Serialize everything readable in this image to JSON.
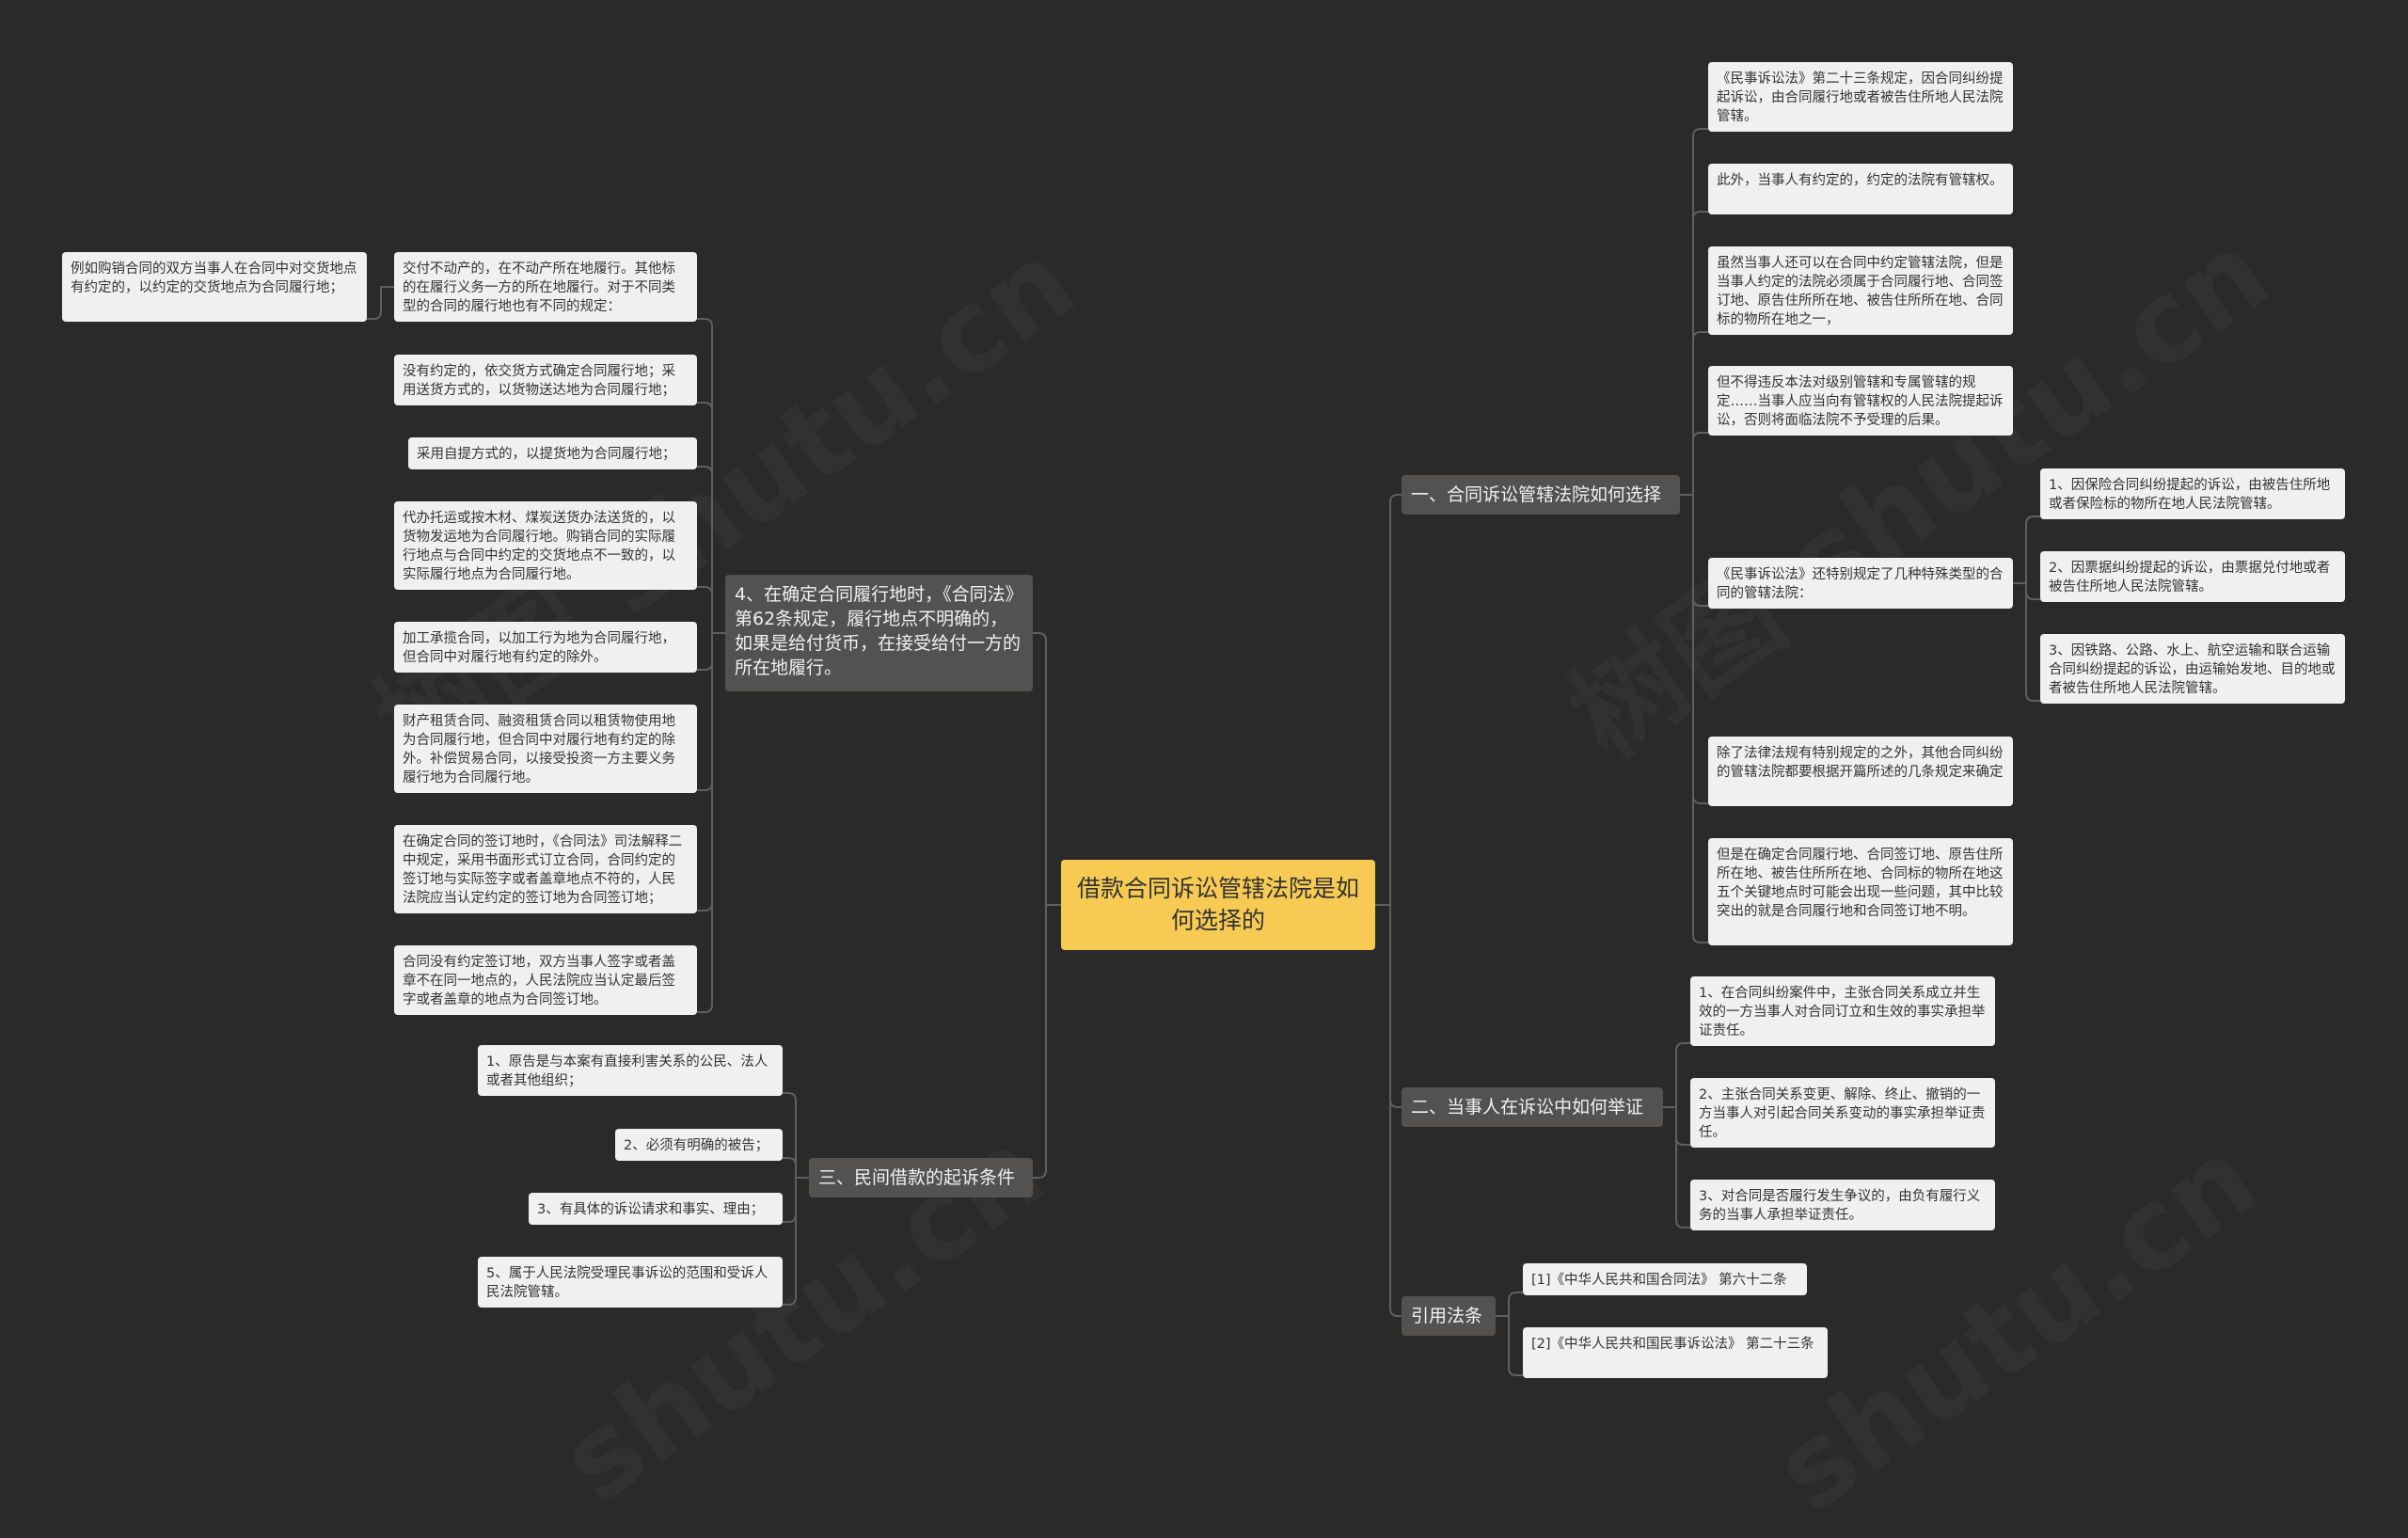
{
  "root": {
    "label": "借款合同诉讼管辖法院是如何选择的"
  },
  "left": {
    "b4": {
      "label": "4、在确定合同履行地时，《合同法》第62条规定，履行地点不明确的，如果是给付货币，在接受给付一方的所在地履行。",
      "items": [
        "交付不动产的，在不动产所在地履行。其他标的在履行义务一方的所在地履行。对于不同类型的合同的履行地也有不同的规定：",
        "没有约定的，依交货方式确定合同履行地；采用送货方式的，以货物送达地为合同履行地；",
        "采用自提方式的，以提货地为合同履行地；",
        "代办托运或按木材、煤炭送货办法送货的，以货物发运地为合同履行地。购销合同的实际履行地点与合同中约定的交货地点不一致的，以实际履行地点为合同履行地。",
        "加工承揽合同，以加工行为地为合同履行地，但合同中对履行地有约定的除外。",
        "财产租赁合同、融资租赁合同以租赁物使用地为合同履行地，但合同中对履行地有约定的除外。补偿贸易合同，以接受投资一方主要义务履行地为合同履行地。",
        "在确定合同的签订地时，《合同法》司法解释二中规定，采用书面形式订立合同，合同约定的签订地与实际签字或者盖章地点不符的，人民法院应当认定约定的签订地为合同签订地；",
        "合同没有约定签订地，双方当事人签字或者盖章不在同一地点的，人民法院应当认定最后签字或者盖章的地点为合同签订地。"
      ],
      "sub": "例如购销合同的双方当事人在合同中对交货地点有约定的，以约定的交货地点为合同履行地；"
    },
    "b3": {
      "label": "三、民间借款的起诉条件",
      "items": [
        "1、原告是与本案有直接利害关系的公民、法人或者其他组织；",
        "2、必须有明确的被告；",
        "3、有具体的诉讼请求和事实、理由；",
        "5、属于人民法院受理民事诉讼的范围和受诉人民法院管辖。"
      ]
    }
  },
  "right": {
    "b1": {
      "label": "一、合同诉讼管辖法院如何选择",
      "items": [
        "《民事诉讼法》第二十三条规定，因合同纠纷提起诉讼，由合同履行地或者被告住所地人民法院管辖。",
        "此外，当事人有约定的，约定的法院有管辖权。",
        "虽然当事人还可以在合同中约定管辖法院，但是当事人约定的法院必须属于合同履行地、合同签订地、原告住所所在地、被告住所所在地、合同标的物所在地之一，",
        "但不得违反本法对级别管辖和专属管辖的规定……当事人应当向有管辖权的人民法院提起诉讼，否则将面临法院不予受理的后果。",
        "《民事诉讼法》还特别规定了几种特殊类型的合同的管辖法院：",
        "除了法律法规有特别规定的之外，其他合同纠纷的管辖法院都要根据开篇所述的几条规定来确定",
        "但是在确定合同履行地、合同签订地、原告住所所在地、被告住所所在地、合同标的物所在地这五个关键地点时可能会出现一些问题，其中比较突出的就是合同履行地和合同签订地不明。"
      ],
      "special": [
        "1、因保险合同纠纷提起的诉讼，由被告住所地或者保险标的物所在地人民法院管辖。",
        "2、因票据纠纷提起的诉讼，由票据兑付地或者被告住所地人民法院管辖。",
        "3、因铁路、公路、水上、航空运输和联合运输合同纠纷提起的诉讼，由运输始发地、目的地或者被告住所地人民法院管辖。"
      ]
    },
    "b2": {
      "label": "二、当事人在诉讼中如何举证",
      "items": [
        "1、在合同纠纷案件中，主张合同关系成立并生效的一方当事人对合同订立和生效的事实承担举证责任。",
        "2、主张合同关系变更、解除、终止、撤销的一方当事人对引起合同关系变动的事实承担举证责任。",
        "3、对合同是否履行发生争议的，由负有履行义务的当事人承担举证责任。"
      ]
    },
    "b5": {
      "label": "引用法条",
      "items": [
        "[1]《中华人民共和国合同法》 第六十二条",
        "[2]《中华人民共和国民事诉讼法》 第二十三条"
      ]
    }
  },
  "colors": {
    "background": "#2a2a2a",
    "root": "#f7cb53",
    "branch": "#545250",
    "leaf": "#f0f0f0",
    "line": "#5f5f5f"
  }
}
